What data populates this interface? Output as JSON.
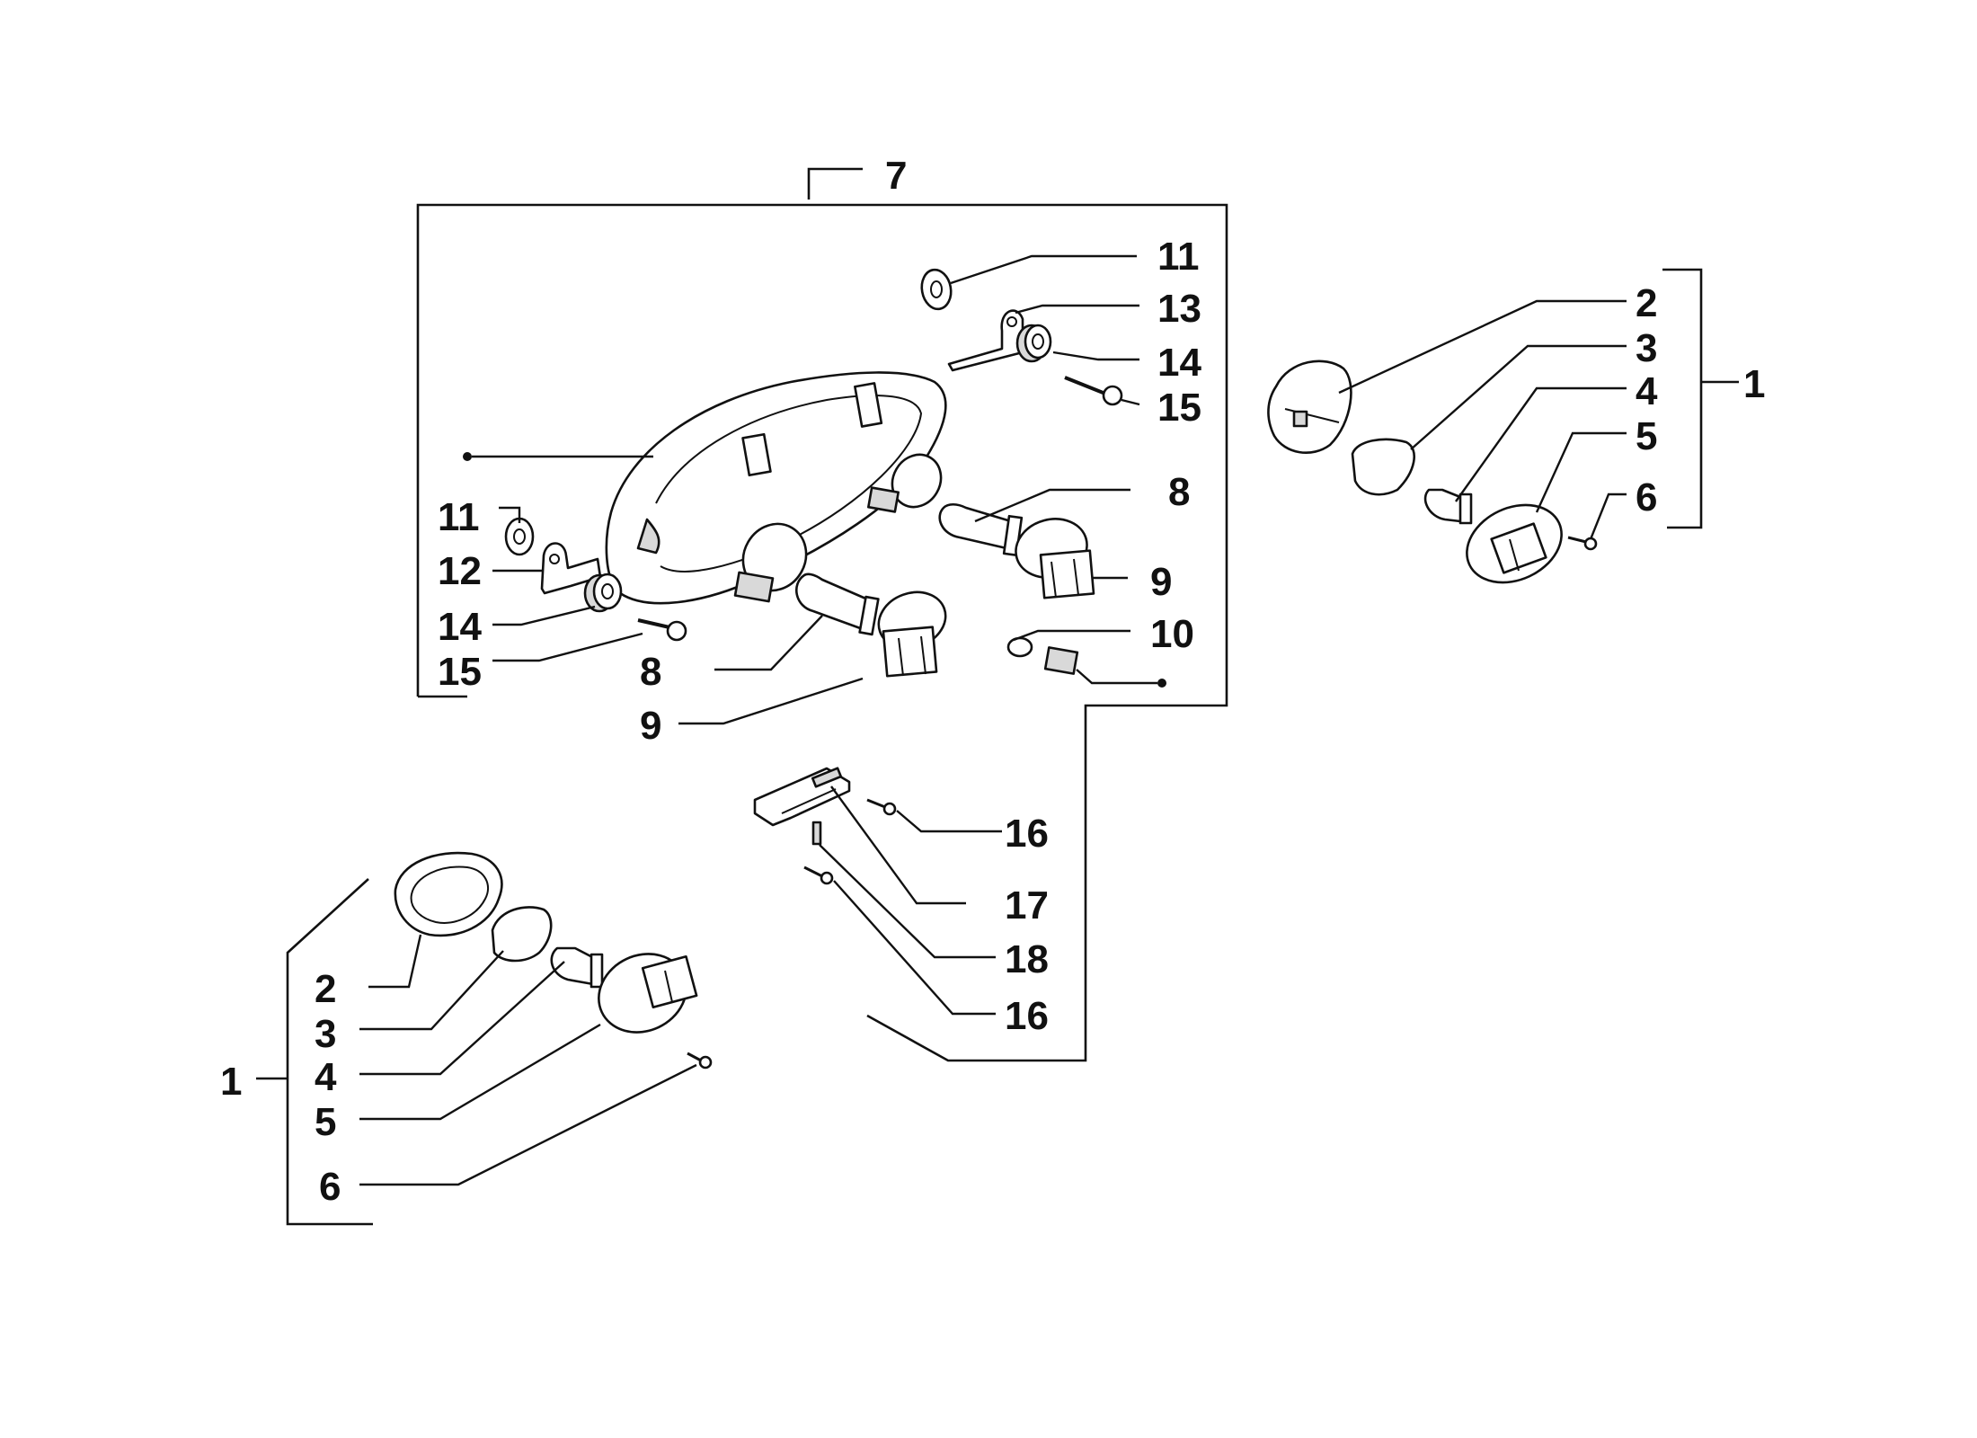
{
  "callouts": {
    "housing_assembly": "7",
    "washer_upper": "11",
    "bracket_right": "13",
    "grommet_upper": "14",
    "screw_upper": "15",
    "washer_lower": "11",
    "bracket_left": "12",
    "grommet_lower": "14",
    "screw_lower": "15",
    "bulb_upper": "8",
    "holder_upper": "9",
    "bulb_lower": "8",
    "holder_lower": "9",
    "pilot_bulb": "10",
    "screw_plate_a": "16",
    "plate": "17",
    "plate_bolt": "18",
    "screw_plate_b": "16",
    "right_assembly": "1",
    "right_lens": "2",
    "right_reflector": "3",
    "right_bulb": "4",
    "right_socket": "5",
    "right_screw": "6",
    "left_assembly": "1",
    "left_lens": "2",
    "left_reflector": "3",
    "left_bulb": "4",
    "left_socket": "5",
    "left_screw": "6"
  }
}
